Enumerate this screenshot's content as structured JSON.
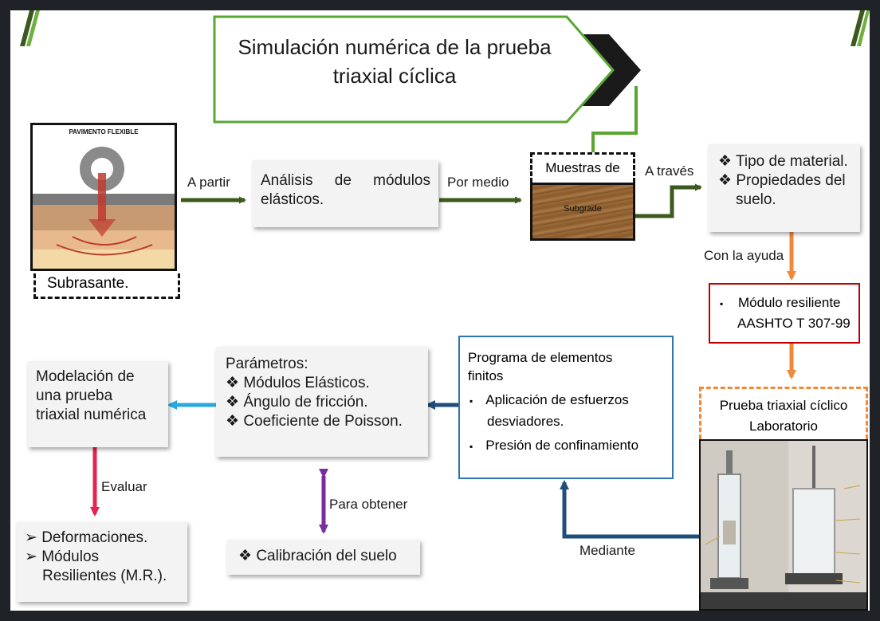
{
  "title": {
    "line1": "Simulación numérica de la prueba",
    "line2": "triaxial cíclica"
  },
  "subrasante": {
    "image_caption": "PAVIMENTO FLEXIBLE",
    "label": "Subrasante."
  },
  "analisis": {
    "line1": "Análisis  de  módulos",
    "line2": "elásticos."
  },
  "muestras": {
    "label": "Muestras de",
    "block_text": "Subgrade"
  },
  "material": {
    "bullet": "❖",
    "items": [
      "Tipo de material.",
      "Propiedades del",
      "suelo."
    ]
  },
  "modulo": {
    "bullet": "▪",
    "line1": "Módulo resiliente",
    "line2": "AASHTO T 307-99"
  },
  "prueba": {
    "line1": "Prueba triaxial cíclico",
    "line2": "Laboratorio"
  },
  "programa": {
    "line1": "Programa de elementos",
    "line2": "finitos",
    "bullet": "▪",
    "item1_line1": "Aplicación de esfuerzos",
    "item1_line2": "desviadores.",
    "item2": "Presión de confinamiento"
  },
  "parametros": {
    "heading": "Parámetros:",
    "bullet": "❖",
    "items": [
      "Módulos Elásticos.",
      "Ángulo de fricción.",
      "Coeficiente de Poisson."
    ]
  },
  "modelacion": {
    "lines": [
      "Modelación de",
      "una prueba",
      "triaxial numérica"
    ]
  },
  "calibracion": {
    "bullet": "❖",
    "label": "Calibración del suelo"
  },
  "deformaciones": {
    "bullet": "➢",
    "line1": "Deformaciones.",
    "line2": "Módulos",
    "line3": "Resilientes (M.R.)."
  },
  "edge_labels": {
    "a_partir": "A partir",
    "por_medio": "Por medio",
    "a_traves": "A través",
    "con_la_ayuda": "Con la ayuda",
    "mediante": "Mediante",
    "para_obtener": "Para obtener",
    "evaluar": "Evaluar"
  },
  "colors": {
    "frame": "#1f2328",
    "green_dark": "#3d5a1e",
    "green_light": "#5aa632",
    "orange": "#ef8a3a",
    "navy": "#1f4e79",
    "sky": "#29a8e0",
    "crimson": "#e3244c",
    "purple": "#7a2d9e",
    "red_border": "#c00000",
    "blue_border": "#2e75b6",
    "soil_brown": "#8a5a2b"
  }
}
